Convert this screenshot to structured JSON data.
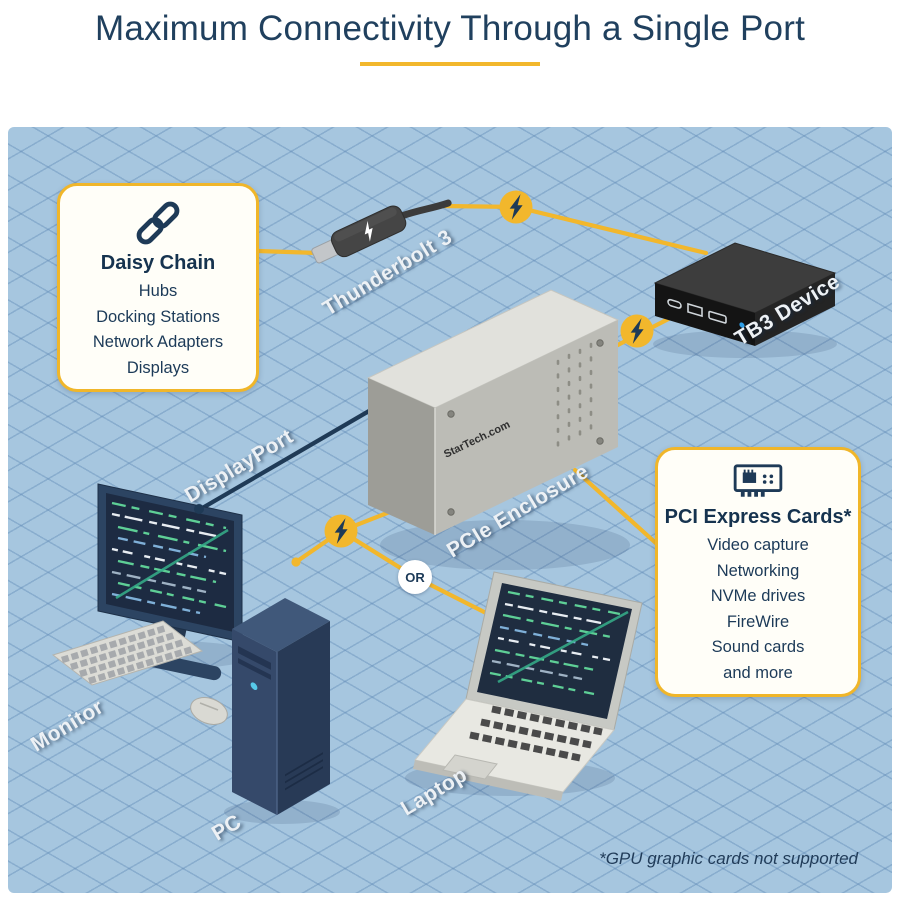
{
  "header": {
    "title": "Maximum Connectivity Through a Single Port"
  },
  "colors": {
    "accent_yellow": "#f2b72c",
    "navy": "#1f3a56",
    "background_blue": "#a6c6df"
  },
  "callouts": {
    "daisy_chain": {
      "icon": "chain-link-icon",
      "title": "Daisy Chain",
      "items": [
        "Hubs",
        "Docking Stations",
        "Network Adapters",
        "Displays"
      ]
    },
    "pci_cards": {
      "icon": "pci-card-icon",
      "title": "PCI Express Cards*",
      "items": [
        "Video capture",
        "Networking",
        "NVMe drives",
        "FireWire",
        "Sound cards",
        "and more"
      ]
    }
  },
  "labels": {
    "thunderbolt_cable": "Thunderbolt 3",
    "tb3_device": "TB3 Device",
    "pcie_enclosure": "PCIe Enclosure",
    "displayport": "DisplayPort",
    "monitor": "Monitor",
    "pc": "PC",
    "laptop": "Laptop",
    "or_badge": "OR"
  },
  "enclosure_brand": "StarTech.com",
  "footnote": "*GPU graphic cards not supported"
}
